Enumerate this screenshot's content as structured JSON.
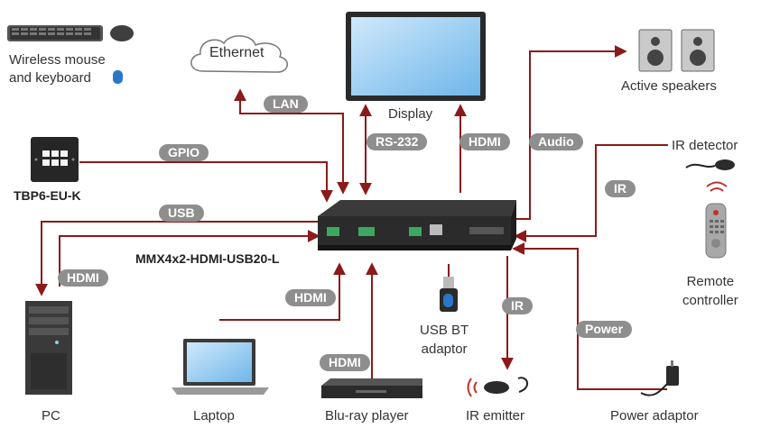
{
  "devices": {
    "keyboard": "Wireless mouse\nand keyboard",
    "ethernet": "Ethernet",
    "display": "Display",
    "speakers": "Active speakers",
    "panel": "TBP6-EU-K",
    "matrix": "MMX4x2-HDMI-USB20-L",
    "ir_detector": "IR detector",
    "remote": "Remote\ncontroller",
    "pc": "PC",
    "laptop": "Laptop",
    "bluray": "Blu-ray player",
    "bt_adaptor": "USB BT\nadaptor",
    "ir_emitter": "IR emitter",
    "power_adaptor": "Power adaptor"
  },
  "connections": {
    "lan": "LAN",
    "gpio": "GPIO",
    "usb": "USB",
    "hdmi_pc": "HDMI",
    "rs232": "RS-232",
    "hdmi_display": "HDMI",
    "audio": "Audio",
    "ir_in": "IR",
    "hdmi_laptop": "HDMI",
    "hdmi_bluray": "HDMI",
    "ir_out": "IR",
    "power": "Power"
  },
  "colors": {
    "line": "#8b1a1a",
    "tag": "#8e8e8e",
    "bluetooth": "#2a76c9"
  }
}
